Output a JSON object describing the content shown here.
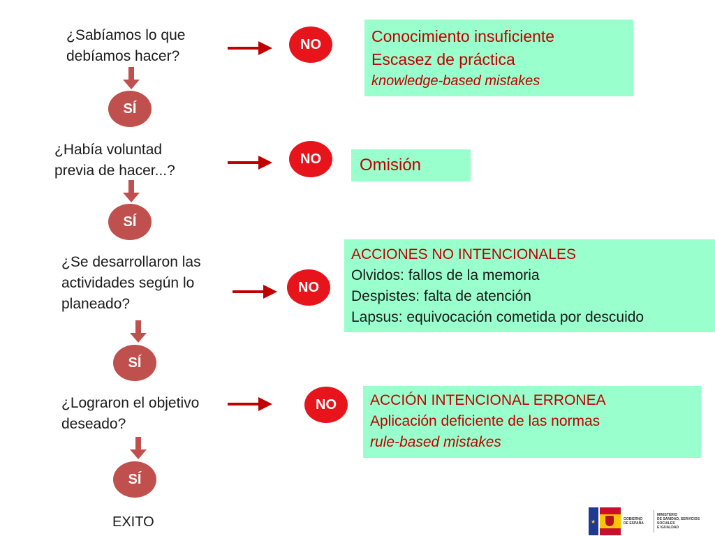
{
  "questions": [
    "¿Sabíamos lo que\ndebíamos hacer?",
    "¿Había voluntad\nprevia de hacer...?",
    "¿Se desarrollaron las\nactividades según lo\nplaneado?",
    "¿Lograron el objetivo\ndeseado?"
  ],
  "yes_label": "SÍ",
  "no_label": "NO",
  "outcomes": [
    {
      "lines": [
        "Conocimiento insuficiente",
        "Escasez de práctica",
        "knowledge-based mistakes"
      ]
    },
    {
      "lines": [
        "Omisión"
      ]
    },
    {
      "lines": [
        "ACCIONES NO INTENCIONALES",
        "Olvidos: fallos de la memoria",
        "Despistes: falta de atención",
        "Lapsus: equivocación cometida por descuido"
      ]
    },
    {
      "lines": [
        "ACCIÓN INTENCIONAL ERRONEA",
        "Aplicación deficiente de las normas",
        "rule-based mistakes"
      ]
    }
  ],
  "end_label": "EXITO",
  "logo": {
    "left_text": "GOBIERNO\nDE ESPAÑA",
    "right_text": "MINISTERIO\nDE SANIDAD, SERVICIOS SOCIALES\nE IGUALDAD"
  },
  "colors": {
    "yes_node": "#c0504d",
    "no_node": "#e8141b",
    "arrow": "#c00000",
    "outcome_box": "#99ffcc"
  }
}
